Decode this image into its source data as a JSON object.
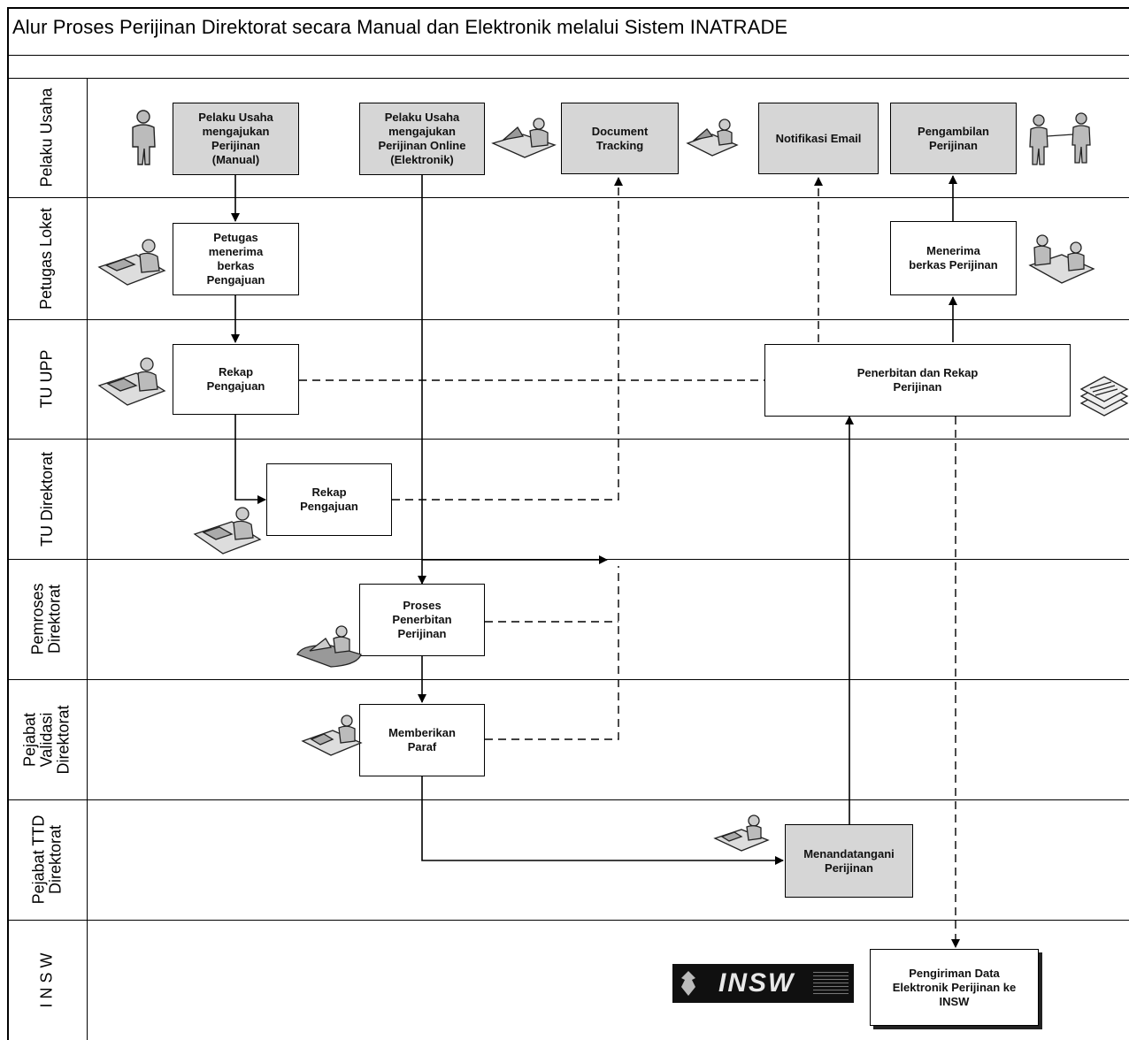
{
  "title": "Alur Proses Perijinan Direktorat secara Manual dan Elektronik melalui Sistem INATRADE",
  "lanes": [
    "Pelaku Usaha",
    "Petugas Loket",
    "TU UPP",
    "TU Direktorat",
    "Pemroses\nDirektorat",
    "Pejabat\nValidasi\nDirektorat",
    "Pejabat TTD\nDirektorat",
    "I N S W"
  ],
  "boxes": {
    "pelaku_manual": "Pelaku Usaha\nmengajukan\nPerijinan\n(Manual)",
    "pelaku_online": "Pelaku Usaha\nmengajukan\nPerijinan Online\n(Elektronik)",
    "document_tracking": "Document\nTracking",
    "notifikasi_email": "Notifikasi Email",
    "pengambilan": "Pengambilan\nPerijinan",
    "petugas_menerima": "Petugas\nmenerima\nberkas\nPengajuan",
    "menerima_berkas": "Menerima\nberkas Perijinan",
    "rekap_upp": "Rekap\nPengajuan",
    "penerbitan_rekap": "Penerbitan dan Rekap\nPerijinan",
    "rekap_direktorat": "Rekap\nPengajuan",
    "proses_penerbitan": "Proses\nPenerbitan\nPerijinan",
    "memberikan_paraf": "Memberikan\nParaf",
    "menandatangani": "Menandatangani\nPerijinan",
    "pengiriman_insw": "Pengiriman Data\nElektronik Perijinan ke\nINSW"
  },
  "logo": {
    "text": "INSW"
  }
}
